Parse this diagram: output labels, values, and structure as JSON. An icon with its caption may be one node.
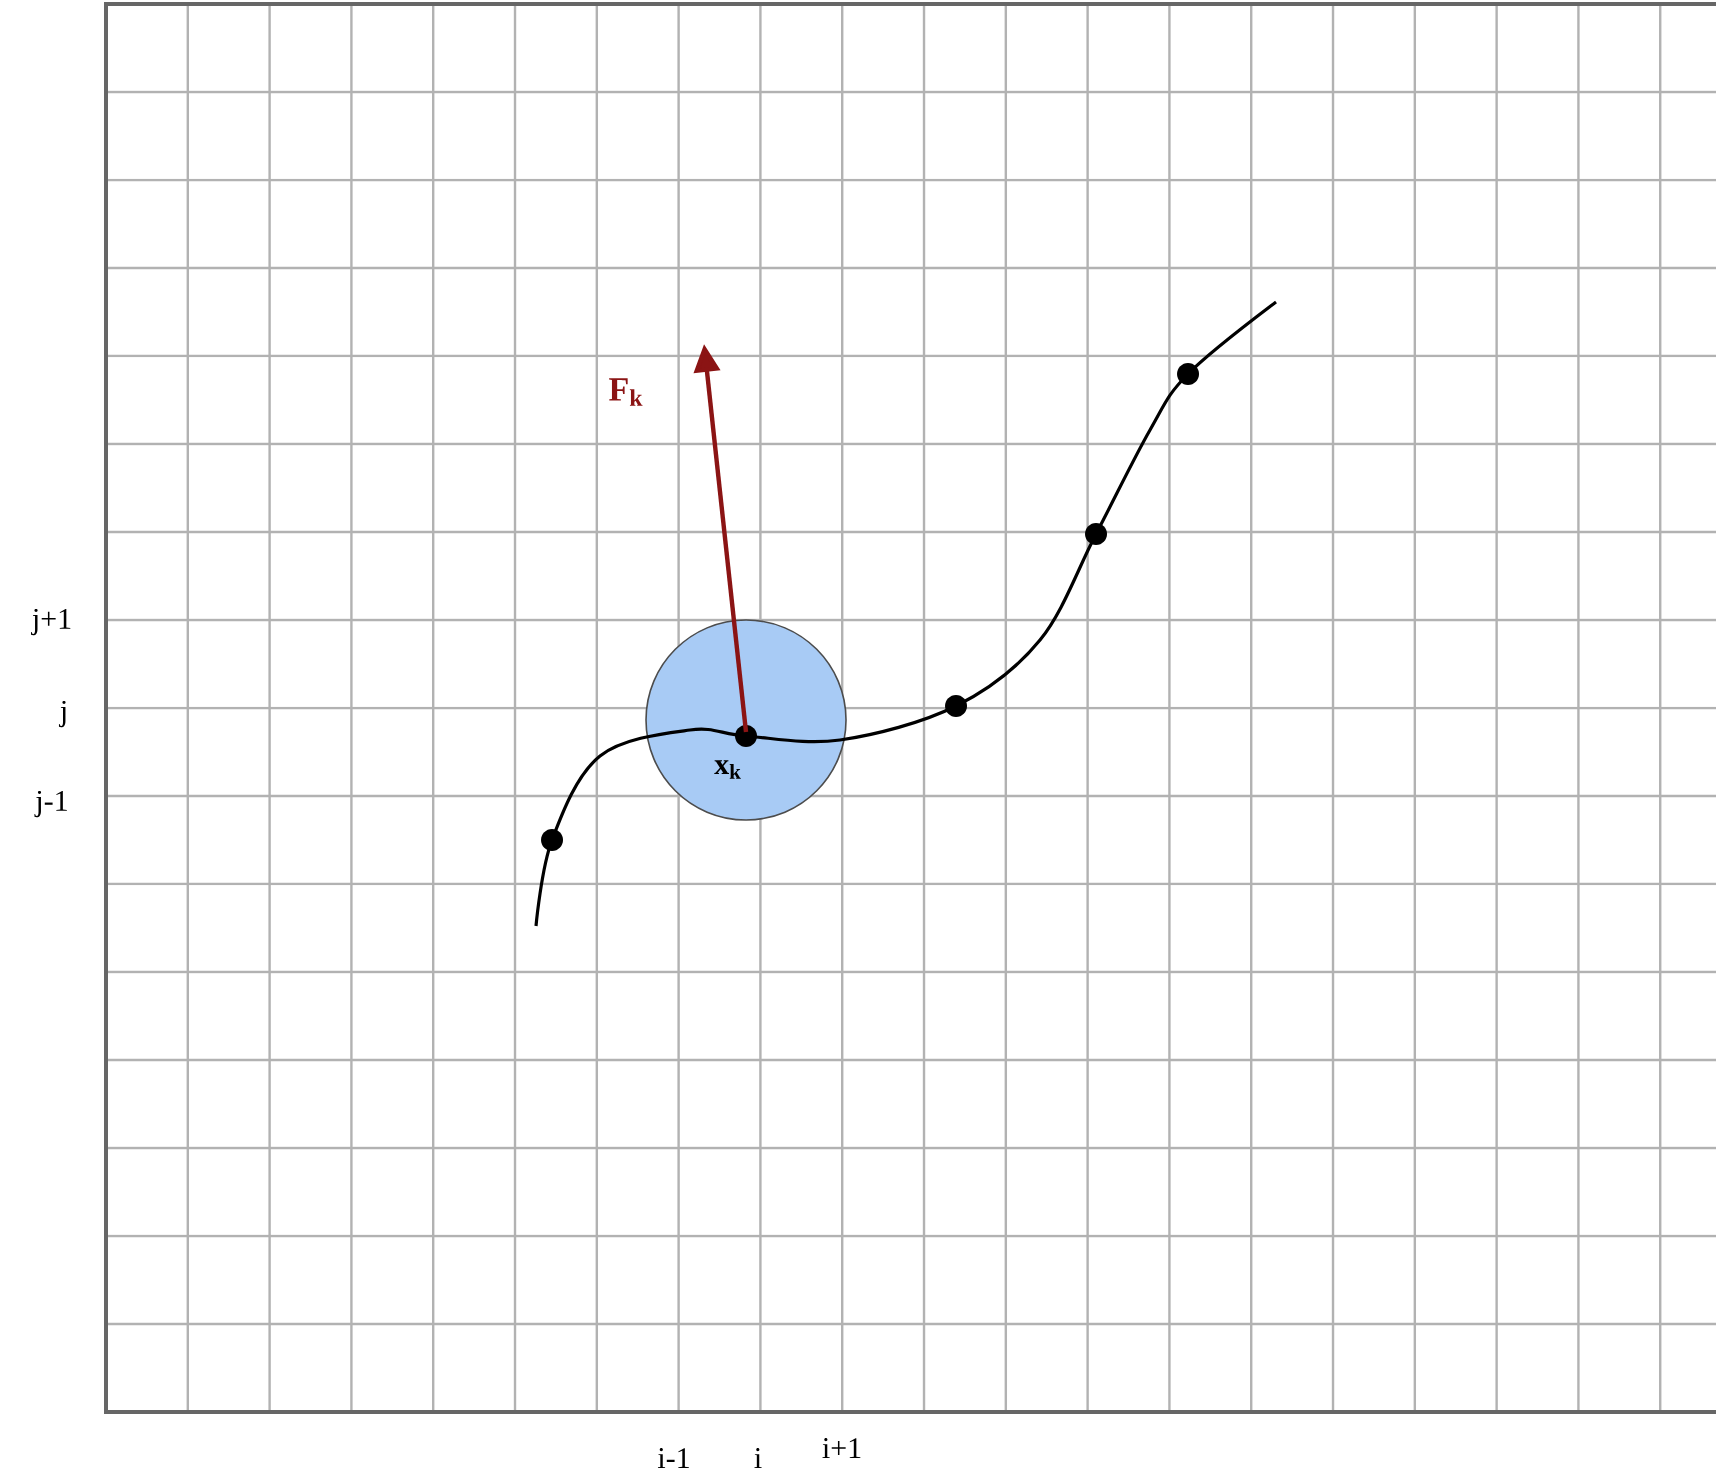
{
  "diagram": {
    "nodes": [
      {
        "text": [
          "x$_{k}$"
        ]
      }
    ],
    "labels": [
      "F$_{k}$",
      "j+1",
      "j",
      "j-1",
      "i-1",
      "i",
      "i+1"
    ]
  }
}
